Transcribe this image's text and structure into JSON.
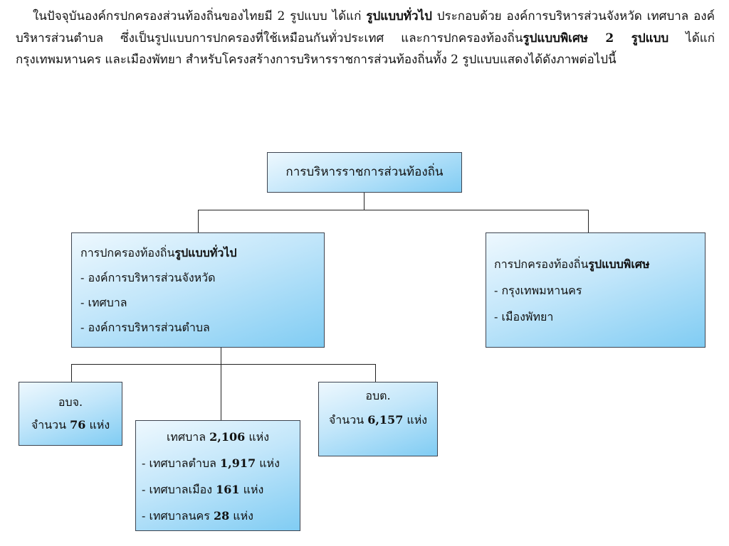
{
  "paragraph": {
    "p1": "ในปัจจุบันองค์กรปกครองส่วนท้องถิ่นของไทยมี 2 รูปแบบ ได้แก่ ",
    "b1": "รูปแบบทั่วไป",
    "p2": " ประกอบด้วย องค์การบริหารส่วนจังหวัด เทศบาล องค์บริหารส่วนตำบล ซึ่งเป็นรูปแบบการปกครองที่ใช้เหมือนกันทั่วประเทศ และการปกครองท้องถิ่น",
    "b2": "รูปแบบพิเศษ 2 รูปแบบ",
    "p3": " ได้แก่ กรุงเทพมหานคร และเมืองพัทยา สำหรับโครงสร้างการบริหารราชการส่วนท้องถิ่นทั้ง 2 รูปแบบแสดงได้ดังภาพต่อไปนี้"
  },
  "diagram": {
    "root": {
      "label": "การบริหารราชการส่วนท้องถิ่น"
    },
    "general": {
      "title_prefix": "การปกครองท้องถิ่น",
      "title_bold": "รูปแบบทั่วไป",
      "items": [
        "- องค์การบริหารส่วนจังหวัด",
        "- เทศบาล",
        "- องค์การบริหารส่วนตำบล"
      ]
    },
    "special": {
      "title_prefix": "การปกครองท้องถิ่น",
      "title_bold": "รูปแบบพิเศษ",
      "items": [
        "- กรุงเทพมหานคร",
        "- เมืองพัทยา"
      ]
    },
    "pao": {
      "name": "อบจ.",
      "count_prefix": "จำนวน ",
      "count": "76",
      "count_suffix": " แห่ง"
    },
    "municipality": {
      "name": "เทศบาล ",
      "count": "2,106",
      "count_suffix": " แห่ง",
      "subs": [
        {
          "prefix": "- เทศบาลตำบล ",
          "count": "1,917",
          "suffix": " แห่ง"
        },
        {
          "prefix": "- เทศบาลเมือง ",
          "count": "161",
          "suffix": " แห่ง"
        },
        {
          "prefix": "- เทศบาลนคร ",
          "count": "28",
          "suffix": " แห่ง"
        }
      ]
    },
    "sao": {
      "name": "อบต.",
      "count_prefix": "จำนวน ",
      "count": "6,157",
      "count_suffix": " แห่ง"
    },
    "colors": {
      "box_light": "#eef8fe",
      "box_dark": "#80ccf3",
      "border": "#3d4450"
    }
  }
}
